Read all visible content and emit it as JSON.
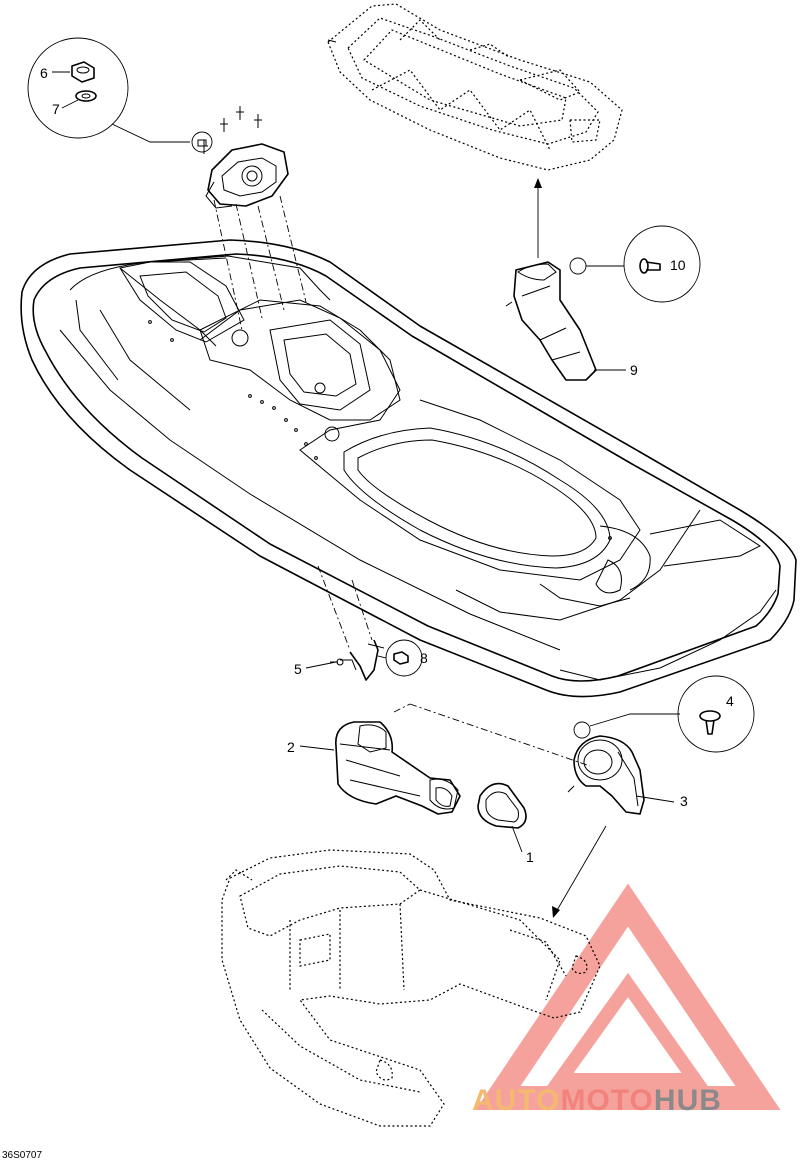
{
  "drawing_code": "36S0707",
  "callouts": [
    {
      "label": "1"
    },
    {
      "label": "2"
    },
    {
      "label": "3"
    },
    {
      "label": "4"
    },
    {
      "label": "5"
    },
    {
      "label": "6"
    },
    {
      "label": "7"
    },
    {
      "label": "8"
    },
    {
      "label": "9"
    },
    {
      "label": "10"
    }
  ],
  "watermark": {
    "part1": "AUTO",
    "part2": "MOTO",
    "part3": "HUB",
    "colors": {
      "auto": "#f5b871",
      "moto": "#f2837c",
      "hub": "#8a8a8a",
      "logo": "#f2837c"
    }
  }
}
